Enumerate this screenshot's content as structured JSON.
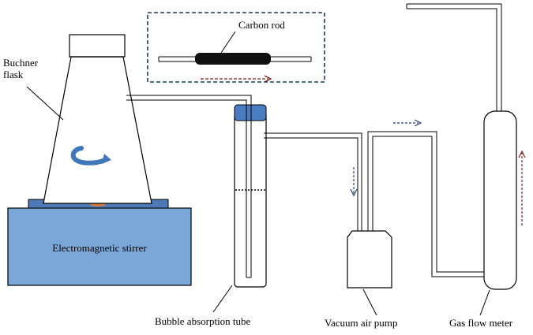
{
  "labels": {
    "flask_line1": "Buchner",
    "flask_line2": "flask",
    "carbon_rod": "Carbon rod",
    "stirrer": "Electromagnetic stirrer",
    "bubble_tube": "Bubble absorption tube",
    "pump": "Vacuum air pump",
    "meter": "Gas flow meter"
  },
  "colors": {
    "stirrer_fill": "#7aa6d8",
    "stirrer_plate": "#4d79b7",
    "stopper_fill": "#4a7cc2",
    "rotation_arrow": "#3f77b8",
    "inset_border": "#1f3864",
    "flow_arrow_red": "#7a2020",
    "flow_arrow_blue": "#2a3f66"
  }
}
